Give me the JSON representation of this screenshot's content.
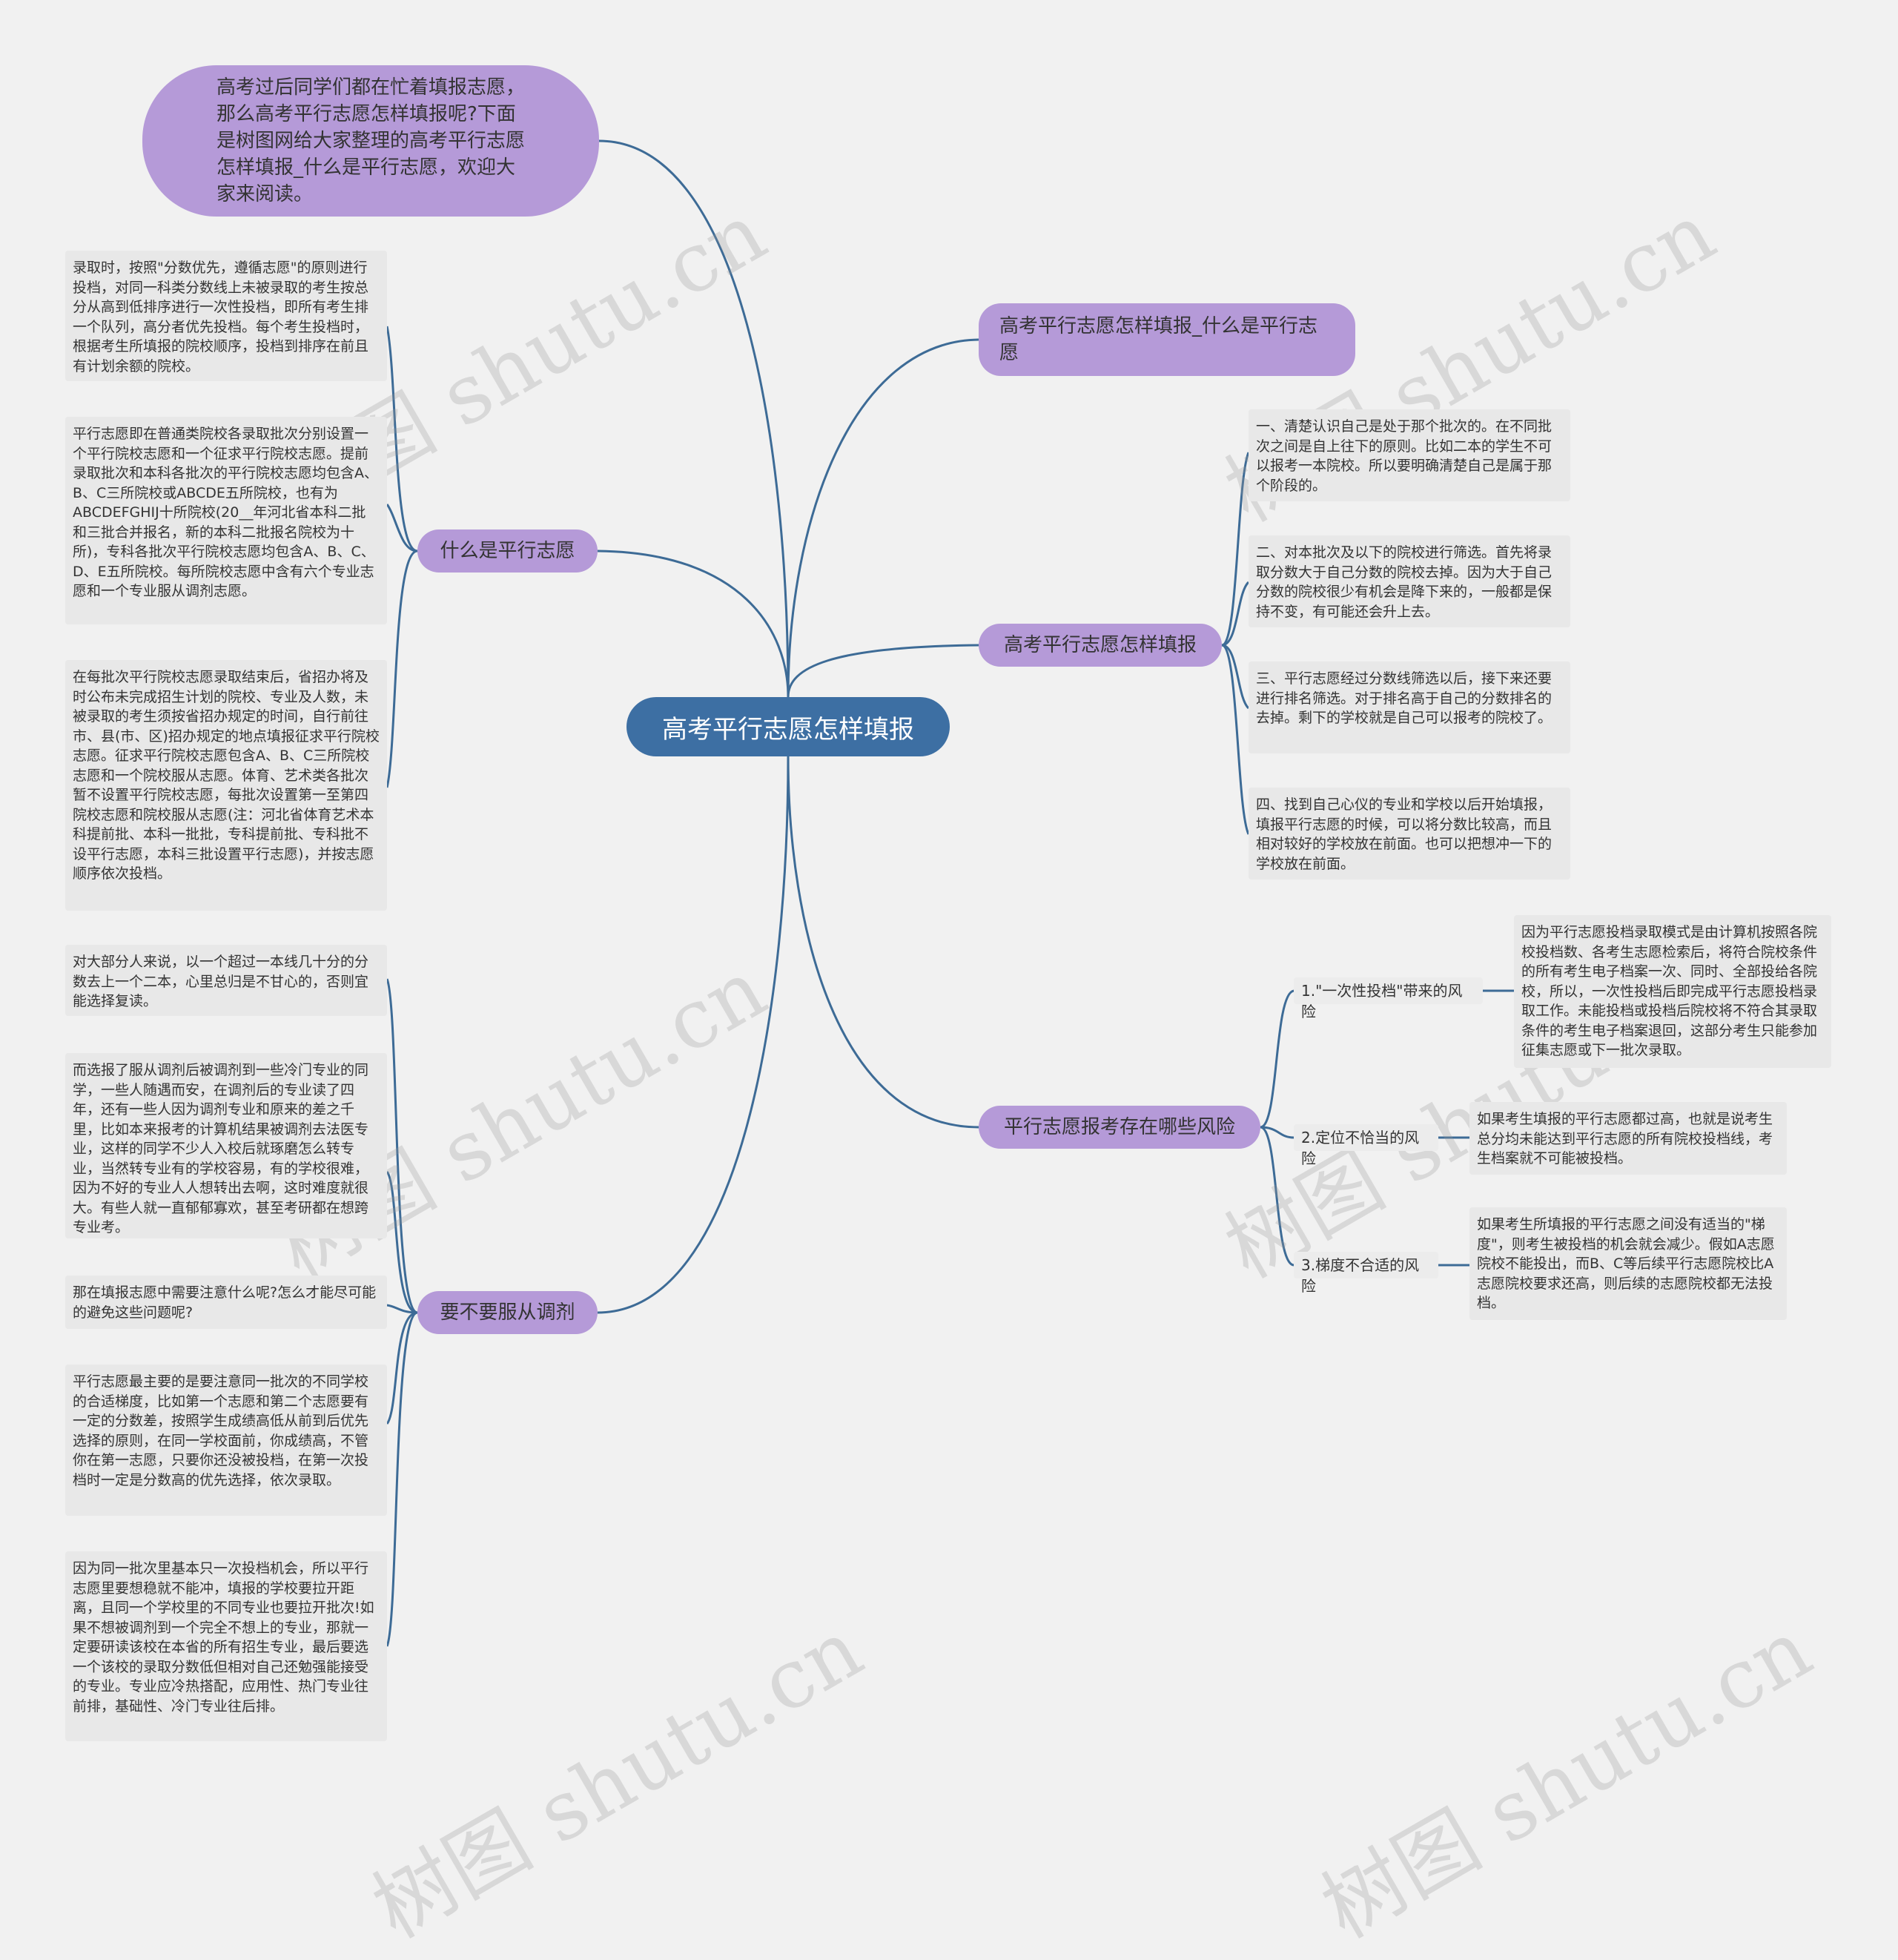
{
  "root": {
    "label": "高考平行志愿怎样填报"
  },
  "intro": {
    "text": "高考过后同学们都在忙着填报志愿，那么高考平行志愿怎样填报呢?下面是树图网给大家整理的高考平行志愿怎样填报_什么是平行志愿，欢迎大家来阅读。"
  },
  "branches": {
    "title": {
      "label": "高考平行志愿怎样填报_什么是平行志愿"
    },
    "what_is": {
      "label": "什么是平行志愿",
      "leaves": [
        "录取时，按照\"分数优先，遵循志愿\"的原则进行投档，对同一科类分数线上未被录取的考生按总分从高到低排序进行一次性投档，即所有考生排一个队列，高分者优先投档。每个考生投档时，根据考生所填报的院校顺序，投档到排序在前且有计划余额的院校。",
        "平行志愿即在普通类院校各录取批次分别设置一个平行院校志愿和一个征求平行院校志愿。提前录取批次和本科各批次的平行院校志愿均包含A、B、C三所院校或ABCDE五所院校，也有为ABCDEFGHIJ十所院校(20__年河北省本科二批和三批合并报名，新的本科二批报名院校为十所)，专科各批次平行院校志愿均包含A、B、C、D、E五所院校。每所院校志愿中含有六个专业志愿和一个专业服从调剂志愿。",
        "在每批次平行院校志愿录取结束后，省招办将及时公布未完成招生计划的院校、专业及人数，未被录取的考生须按省招办规定的时间，自行前往市、县(市、区)招办规定的地点填报征求平行院校志愿。征求平行院校志愿包含A、B、C三所院校志愿和一个院校服从志愿。体育、艺术类各批次暂不设置平行院校志愿，每批次设置第一至第四院校志愿和院校服从志愿(注：河北省体育艺术本科提前批、本科一批批，专科提前批、专科批不设平行志愿，本科三批设置平行志愿)，并按志愿顺序依次投档。"
      ]
    },
    "how_to": {
      "label": "高考平行志愿怎样填报",
      "leaves": [
        "一、清楚认识自己是处于那个批次的。在不同批次之间是自上往下的原则。比如二本的学生不可以报考一本院校。所以要明确清楚自己是属于那个阶段的。",
        "二、对本批次及以下的院校进行筛选。首先将录取分数大于自己分数的院校去掉。因为大于自己分数的院校很少有机会是降下来的，一般都是保持不变，有可能还会升上去。",
        "三、平行志愿经过分数线筛选以后，接下来还要进行排名筛选。对于排名高于自己的分数排名的去掉。剩下的学校就是自己可以报考的院校了。",
        "四、找到自己心仪的专业和学校以后开始填报，填报平行志愿的时候，可以将分数比较高，而且相对较好的学校放在前面。也可以把想冲一下的学校放在前面。"
      ]
    },
    "risks": {
      "label": "平行志愿报考存在哪些风险",
      "items": [
        {
          "label": "1.\"一次性投档\"带来的风险",
          "detail": "因为平行志愿投档录取模式是由计算机按照各院校投档数、各考生志愿检索后，将符合院校条件的所有考生电子档案一次、同时、全部投给各院校，所以，一次性投档后即完成平行志愿投档录取工作。未能投档或投档后院校将不符合其录取条件的考生电子档案退回，这部分考生只能参加征集志愿或下一批次录取。"
        },
        {
          "label": "2.定位不恰当的风险",
          "detail": "如果考生填报的平行志愿都过高，也就是说考生总分均未能达到平行志愿的所有院校投档线，考生档案就不可能被投档。"
        },
        {
          "label": "3.梯度不合适的风险",
          "detail": "如果考生所填报的平行志愿之间没有适当的\"梯度\"，则考生被投档的机会就会减少。假如A志愿院校不能投出，而B、C等后续平行志愿院校比A志愿院校要求还高，则后续的志愿院校都无法投档。"
        }
      ]
    },
    "adjust": {
      "label": "要不要服从调剂",
      "leaves": [
        "对大部分人来说，以一个超过一本线几十分的分数去上一个二本，心里总归是不甘心的，否则宜能选择复读。",
        "而选报了服从调剂后被调剂到一些冷门专业的同学，一些人随遇而安，在调剂后的专业读了四年，还有一些人因为调剂专业和原来的差之千里，比如本来报考的计算机结果被调剂去法医专业，这样的同学不少人入校后就琢磨怎么转专业，当然转专业有的学校容易，有的学校很难，因为不好的专业人人想转出去啊，这时难度就很大。有些人就一直郁郁寡欢，甚至考研都在想跨专业考。",
        "那在填报志愿中需要注意什么呢?怎么才能尽可能的避免这些问题呢?",
        "平行志愿最主要的是要注意同一批次的不同学校的合适梯度，比如第一个志愿和第二个志愿要有一定的分数差，按照学生成绩高低从前到后优先选择的原则，在同一学校面前，你成绩高，不管你在第一志愿，只要你还没被投档，在第一次投档时一定是分数高的优先选择，依次录取。",
        "因为同一批次里基本只一次投档机会，所以平行志愿里要想稳就不能冲，填报的学校要拉开距离，且同一个学校里的不同专业也要拉开批次!如果不想被调剂到一个完全不想上的专业，那就一定要研读该校在本省的所有招生专业，最后要选一个该校的录取分数低但相对自己还勉强能接受的专业。专业应冷热搭配，应用性、热门专业往前排，基础性、冷门专业往后排。"
      ]
    }
  },
  "watermark": "树图 shutu.cn",
  "colors": {
    "root": "#3d6fa3",
    "branch": "#b59ad8",
    "line": "#3d6b96",
    "leaf": "#e8e8e8"
  }
}
